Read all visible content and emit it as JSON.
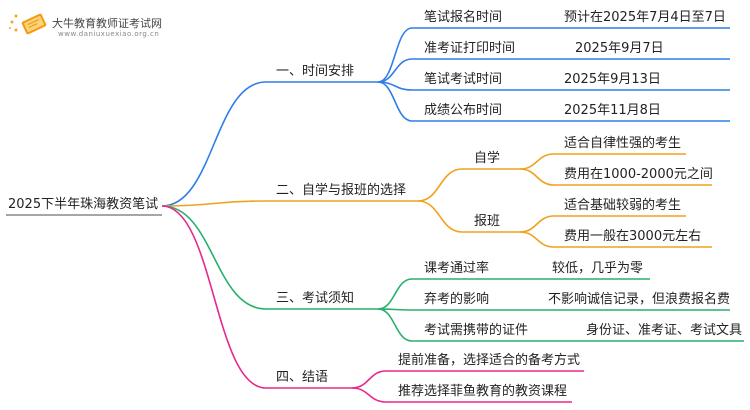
{
  "logo": {
    "name": "大牛教育教师证考试网",
    "url": "www.daniuxuexiao.org.cn"
  },
  "root": "2025下半年珠海教资笔试",
  "branches": [
    {
      "label": "一、时间安排",
      "color": "#2f7ee8",
      "items": [
        {
          "label": "笔试报名时间",
          "value": "预计在2025年7月4日至7日"
        },
        {
          "label": "准考证打印时间",
          "value": "2025年9月7日"
        },
        {
          "label": "笔试考试时间",
          "value": "2025年9月13日"
        },
        {
          "label": "成绩公布时间",
          "value": "2025年11月8日"
        }
      ]
    },
    {
      "label": "二、自学与报班的选择",
      "color": "#f0a21f",
      "groups": [
        {
          "label": "自学",
          "items": [
            "适合自律性强的考生",
            "费用在1000-2000元之间"
          ]
        },
        {
          "label": "报班",
          "items": [
            "适合基础较弱的考生",
            "费用一般在3000元左右"
          ]
        }
      ]
    },
    {
      "label": "三、考试须知",
      "color": "#27b06b",
      "items": [
        {
          "label": "课考通过率",
          "value": "较低，几乎为零"
        },
        {
          "label": "弃考的影响",
          "value": "不影响诚信记录，但浪费报名费"
        },
        {
          "label": "考试需携带的证件",
          "value": "身份证、准考证、考试文具"
        }
      ]
    },
    {
      "label": "四、结语",
      "color": "#e8288a",
      "items": [
        {
          "label": "提前准备，选择适合的备考方式"
        },
        {
          "label": "推荐选择菲鱼教育的教资课程"
        }
      ]
    }
  ]
}
